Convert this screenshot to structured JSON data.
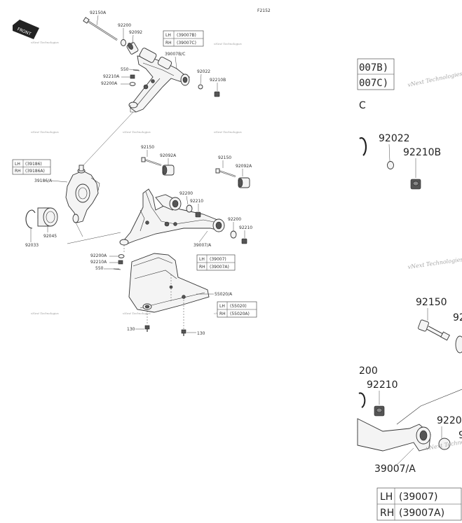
{
  "figure_code": "F2152",
  "front_badge": "FRONT",
  "watermark": "vNext Technologies",
  "parts": {
    "p92150A": "92150A",
    "p92200_top": "92200",
    "p92092": "92092",
    "p39007BC": "39007B/C",
    "p550_top": "550",
    "p92210A_top": "92210A",
    "p92200A_top": "92200A",
    "p92022": "92022",
    "p92210B": "92210B",
    "p39186A": "39186/A",
    "p92045": "92045",
    "p92033": "92033",
    "p92150_a": "92150",
    "p92092A_a": "92092A",
    "p92150_b": "92150",
    "p92092A_b": "92092A",
    "p92200_mid": "92200",
    "p92210_mid": "92210",
    "p92200_low": "92200",
    "p92210_low": "92210",
    "p39007A": "39007/A",
    "p92200A_low": "92200A",
    "p92210A_low": "92210A",
    "p550_low": "550",
    "p55020A": "55020/A",
    "p130_left": "130",
    "p130_right": "130"
  },
  "tables": {
    "upper_arm": {
      "lh_label": "LH",
      "lh_value": "(39007B)",
      "rh_label": "RH",
      "rh_value": "(39007C)"
    },
    "knuckle": {
      "lh_label": "LH",
      "lh_value": "(39186)",
      "rh_label": "RH",
      "rh_value": "(39186A)"
    },
    "lower_arm": {
      "lh_label": "LH",
      "lh_value": "(39007)",
      "rh_label": "RH",
      "rh_value": "(39007A)"
    },
    "guard": {
      "lh_label": "LH",
      "lh_value": "(55020)",
      "rh_label": "RH",
      "rh_value": "(55020A)"
    }
  },
  "zoom": {
    "box_top_a": "007B)",
    "box_top_b": "007C)",
    "frag_c": "C",
    "p92022": "92022",
    "p92210B": "92210B",
    "p92150": "92150",
    "frag_92": "92",
    "frag_200": "200",
    "p92210": "92210",
    "frag_9220": "9220(",
    "frag_9": "9",
    "p39007A": "39007/A",
    "lh_label": "LH",
    "lh_value": "(39007)",
    "rh_label": "RH",
    "rh_value": "(39007A)"
  }
}
